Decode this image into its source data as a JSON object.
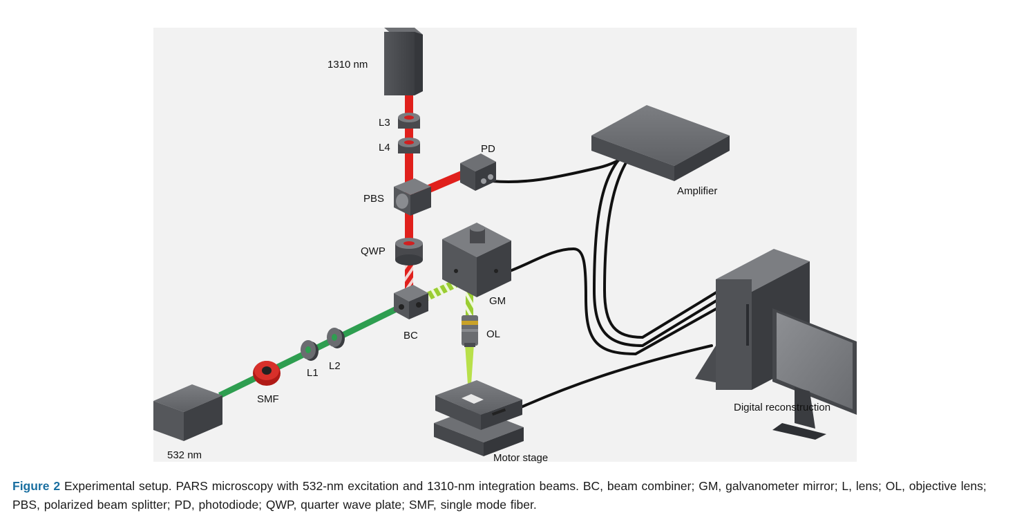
{
  "diagram": {
    "labels": {
      "laser_1310": "1310 nm",
      "l3": "L3",
      "l4": "L4",
      "pd": "PD",
      "pbs": "PBS",
      "qwp": "QWP",
      "gm": "GM",
      "bc": "BC",
      "ol": "OL",
      "l1": "L1",
      "l2": "L2",
      "smf": "SMF",
      "laser_532": "532 nm",
      "motor_stage": "Motor stage",
      "amplifier": "Amplifier",
      "digital_reconstruction": "Digital reconstruction"
    },
    "colors": {
      "background": "#f2f2f2",
      "device": "#4a4c50",
      "beam_red": "#e0201c",
      "beam_green": "#33aa55",
      "beam_lime": "#b8e04a",
      "cable": "#111111"
    }
  },
  "caption": {
    "label": "Figure 2",
    "text": "Experimental setup. PARS microscopy with 532-nm excitation and 1310-nm integration beams. BC, beam combiner; GM, galvanometer mirror; L, lens; OL, objective lens; PBS, polarized beam splitter; PD, photodiode; QWP, quarter wave plate; SMF, single mode fiber."
  }
}
